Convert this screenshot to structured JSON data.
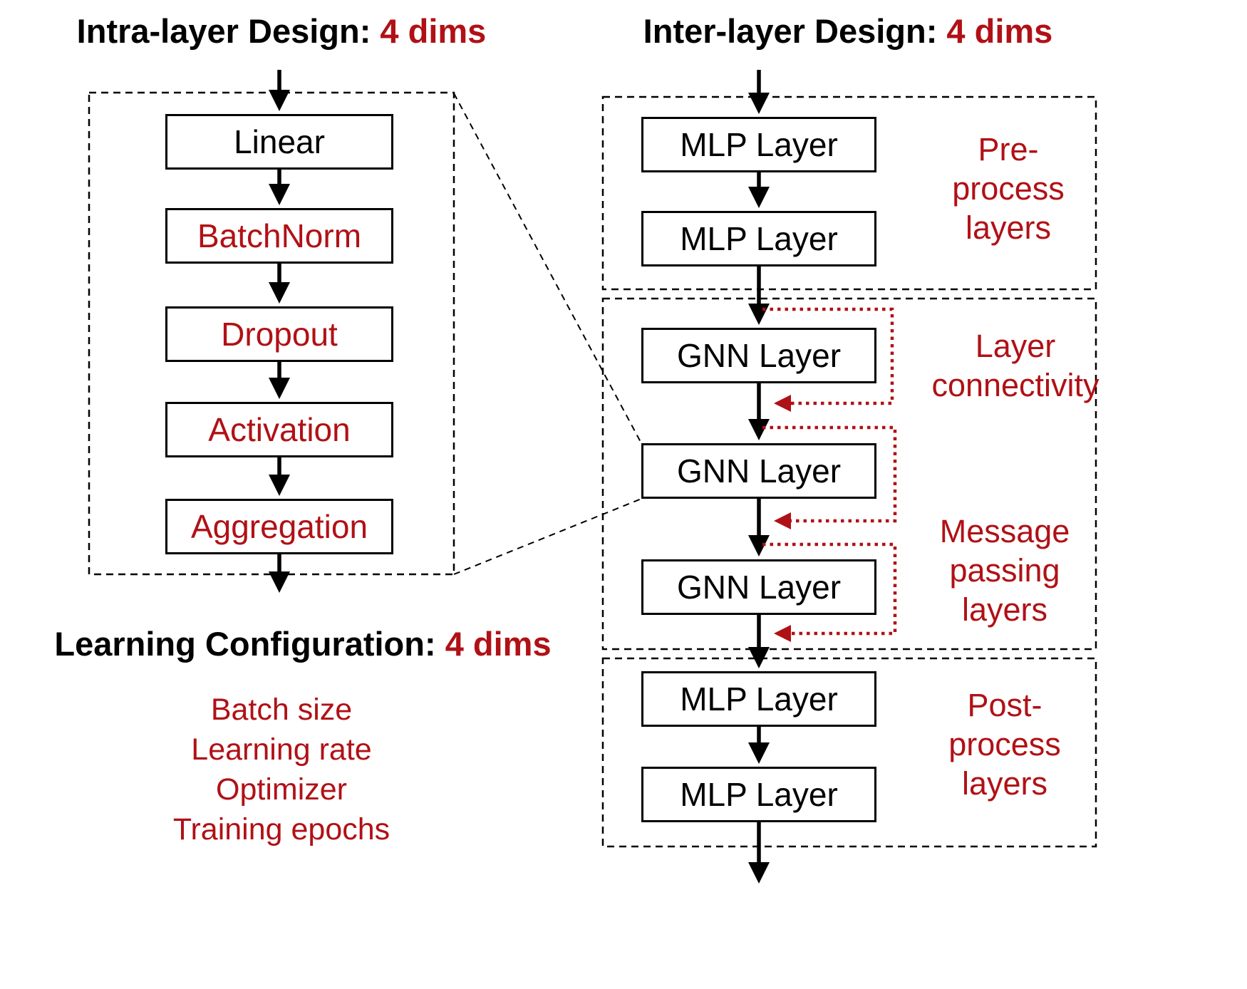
{
  "palette": {
    "accent_red": "#b01116",
    "line_black": "#000000"
  },
  "intra": {
    "title": "Intra-layer Design:",
    "title_accent": "4 dims",
    "nodes": [
      {
        "label": "Linear"
      },
      {
        "label": "BatchNorm"
      },
      {
        "label": "Dropout"
      },
      {
        "label": "Activation"
      },
      {
        "label": "Aggregation"
      }
    ]
  },
  "learning": {
    "title": "Learning Configuration:",
    "title_accent": "4 dims",
    "items": [
      {
        "label": "Batch size"
      },
      {
        "label": "Learning rate"
      },
      {
        "label": "Optimizer"
      },
      {
        "label": "Training epochs"
      }
    ]
  },
  "inter": {
    "title": "Inter-layer Design:",
    "title_accent": "4 dims",
    "pre_nodes": [
      {
        "label": "MLP Layer"
      },
      {
        "label": "MLP Layer"
      }
    ],
    "gnn_nodes": [
      {
        "label": "GNN Layer"
      },
      {
        "label": "GNN Layer"
      },
      {
        "label": "GNN Layer"
      }
    ],
    "post_nodes": [
      {
        "label": "MLP Layer"
      },
      {
        "label": "MLP Layer"
      }
    ],
    "annotations": {
      "pre": "Pre-\nprocess\nlayers",
      "connectivity": "Layer\nconnectivity",
      "message": "Message\npassing\nlayers",
      "post": "Post-\nprocess\nlayers"
    }
  }
}
